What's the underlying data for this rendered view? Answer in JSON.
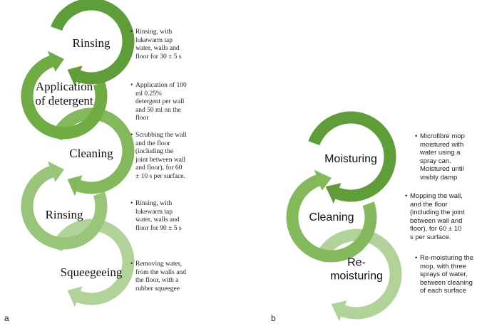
{
  "panel_a": {
    "letter": "a",
    "steps": [
      {
        "label_lines": [
          "Rinsing"
        ],
        "note_lines": [
          "Rinsing, with",
          "lukewarm tap",
          "water, walls and",
          "floor for 30 ± 5 s"
        ],
        "color": "#5e9d3a"
      },
      {
        "label_lines": [
          "Application",
          "of detergent"
        ],
        "note_lines": [
          "Application of 100",
          "ml 0.25%",
          "detergent per wall",
          "and 50 ml on the",
          "floor"
        ],
        "color": "#6fac43"
      },
      {
        "label_lines": [
          "Cleaning"
        ],
        "note_lines": [
          "Scrubbing the wall",
          "and the floor",
          "(including the",
          "joint between wall",
          "and floor), for 60",
          "± 10 s per surface."
        ],
        "color": "#83b95c"
      },
      {
        "label_lines": [
          "Rinsing"
        ],
        "note_lines": [
          "Rinsing, with",
          "lukewarm tap",
          "water, walls and",
          "floor for 90 ± 5 s"
        ],
        "color": "#98c57a"
      },
      {
        "label_lines": [
          "Squeegeeing"
        ],
        "note_lines": [
          "Removing water,",
          "from the walls and",
          "the floor, with a",
          "rubber squeegee"
        ],
        "color": "#b1d39a"
      }
    ]
  },
  "panel_b": {
    "letter": "b",
    "steps": [
      {
        "label_lines": [
          "Moisturing"
        ],
        "note_lines": [
          "Microfibre mop",
          "moistured with",
          "water using a",
          "spray can.",
          "Moistured until",
          "visibly damp"
        ],
        "color": "#5e9d3a"
      },
      {
        "label_lines": [
          "Cleaning"
        ],
        "note_lines": [
          "Mopping the wall,",
          "and the floor",
          "(including the joint",
          "between wall and",
          "floor), for 60 ± 10",
          "s per surface."
        ],
        "color": "#83b95c"
      },
      {
        "label_lines": [
          "Re-",
          "moisturing"
        ],
        "note_lines": [
          "Re-moisturing the",
          "mop, with three",
          "sprays of water,",
          "between cleaning",
          "of each surface"
        ],
        "color": "#b1d39a"
      }
    ]
  }
}
